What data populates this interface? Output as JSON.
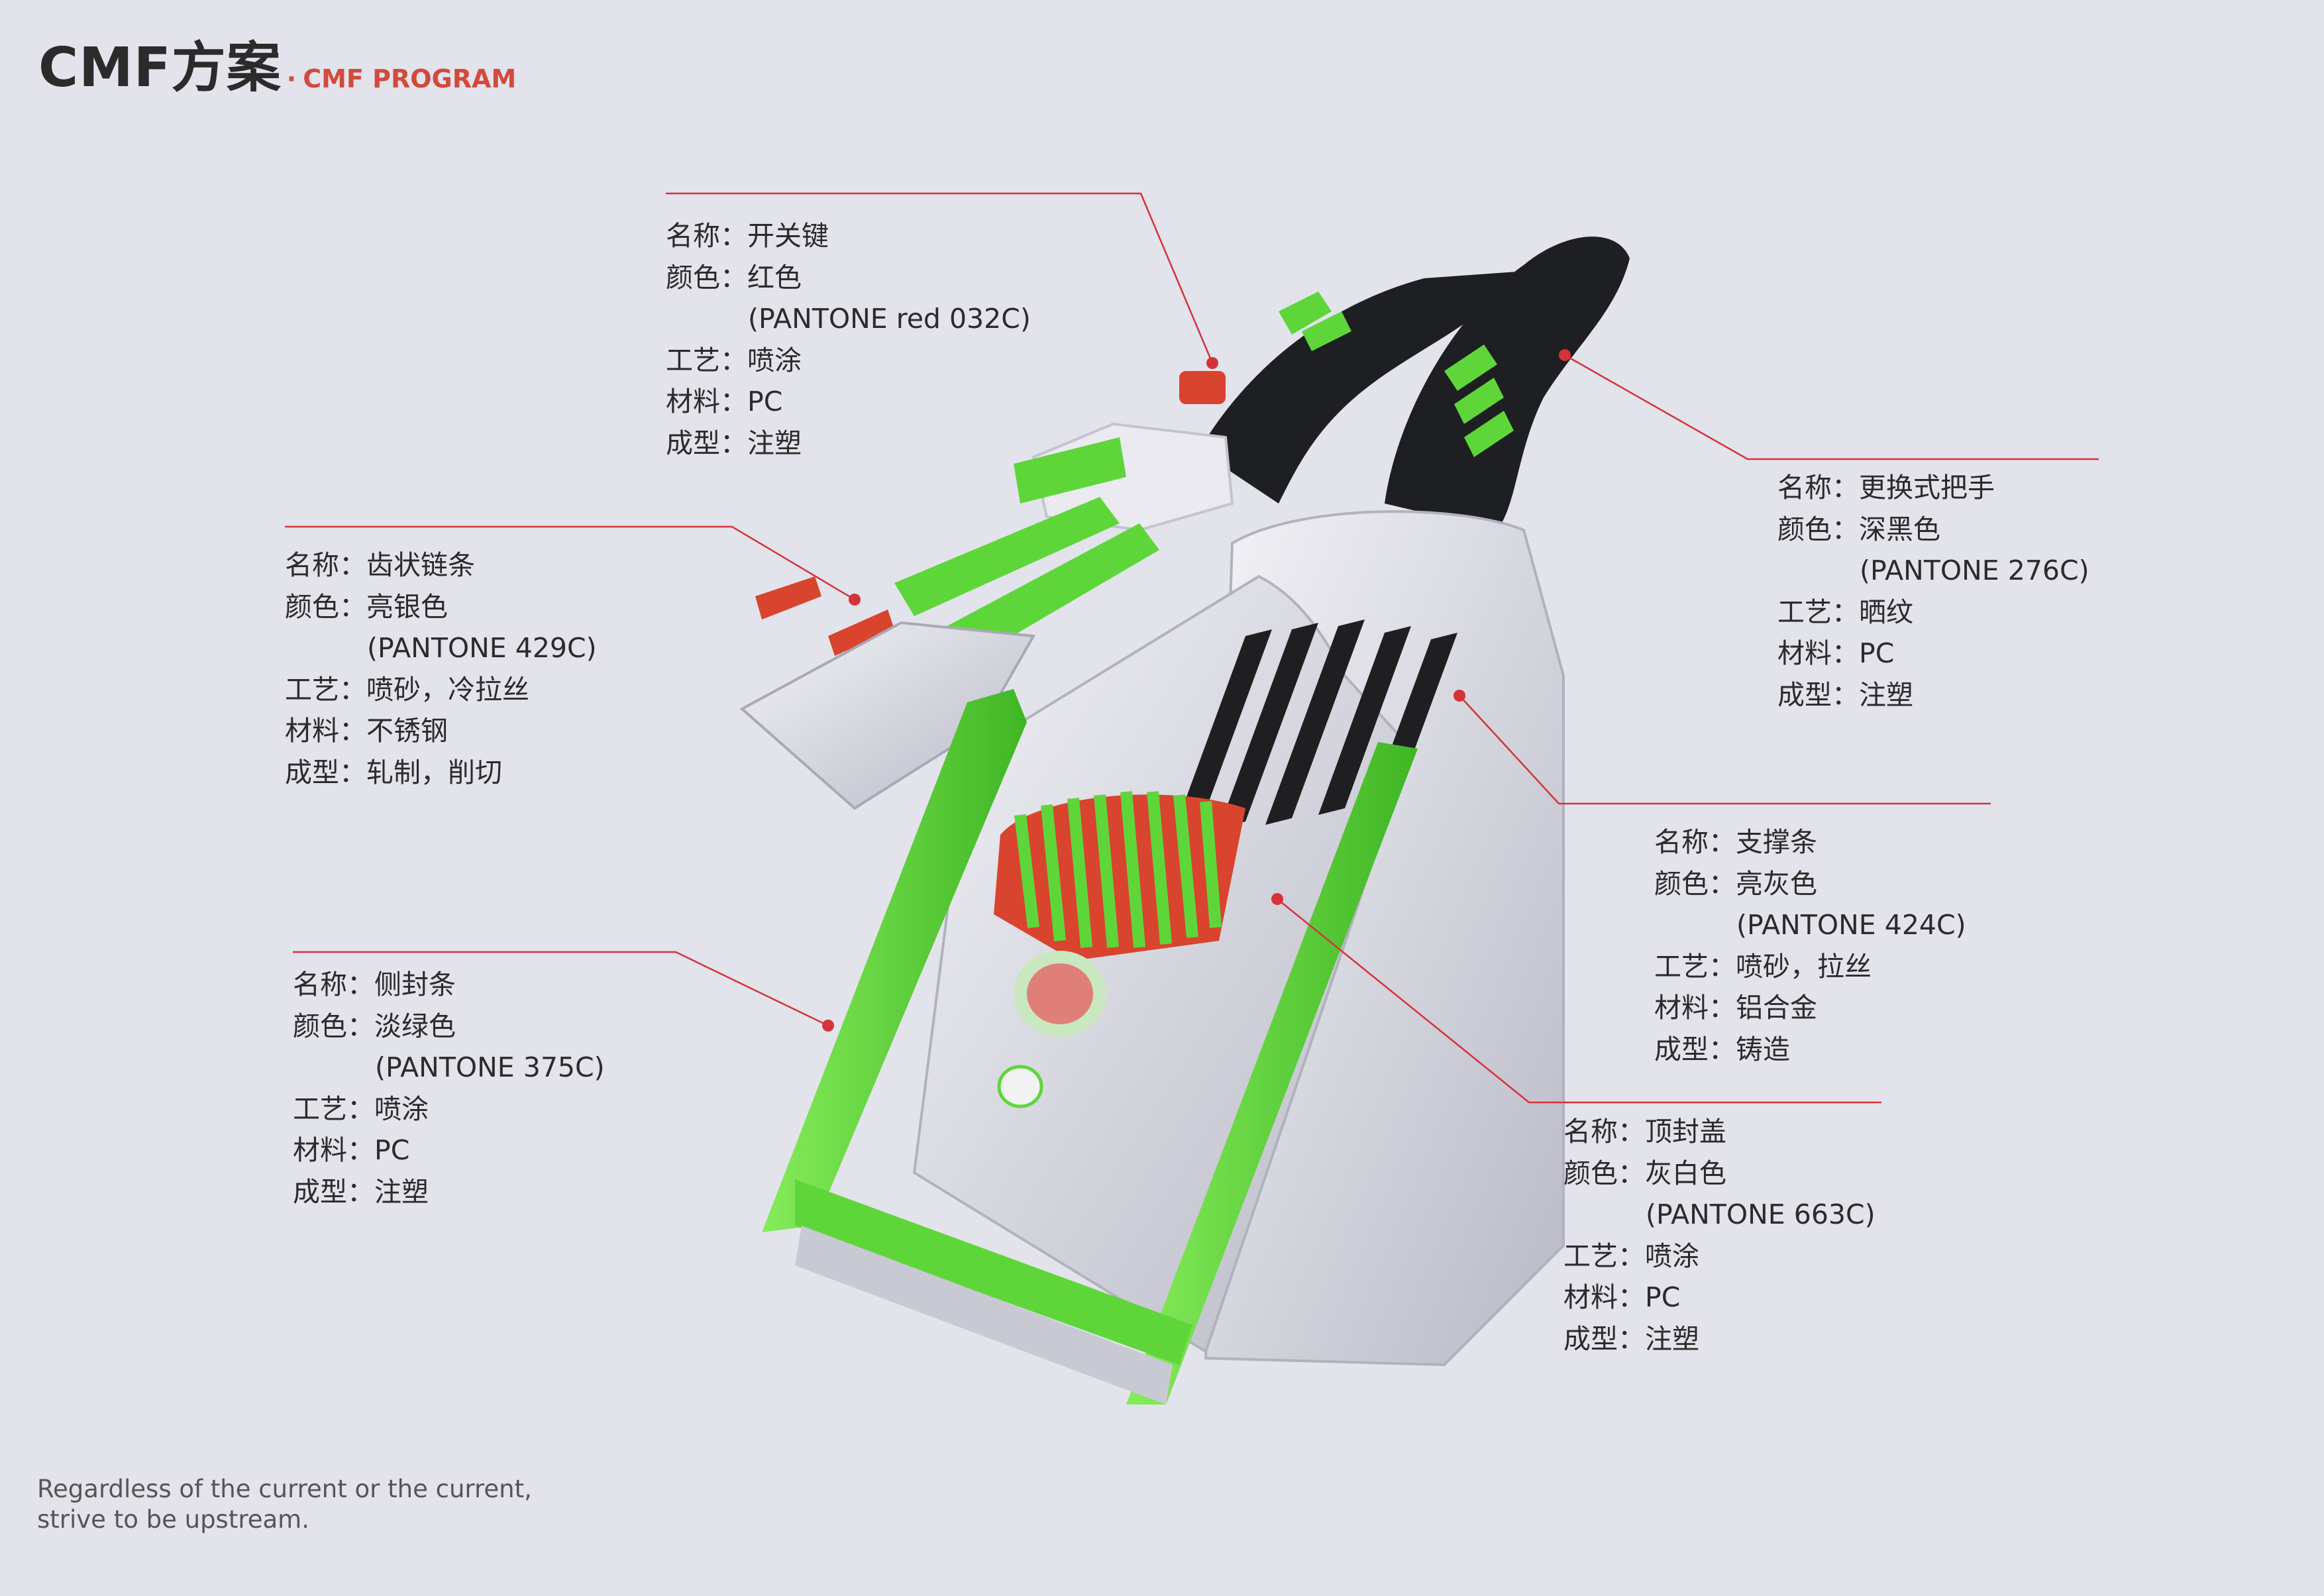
{
  "header": {
    "title_main": "CMF方案",
    "title_sub_dot": "·",
    "title_sub": "CMF PROGRAM"
  },
  "specs": [
    {
      "id": "switch",
      "name": "名称：开关键",
      "color": "颜色：红色",
      "pantone": "(PANTONE red 032C)",
      "process": "工艺：喷涂",
      "material": "材料：PC",
      "molding": "成型：注塑"
    },
    {
      "id": "chain",
      "name": "名称：齿状链条",
      "color": "颜色：亮银色",
      "pantone": "(PANTONE 429C)",
      "process": "工艺：喷砂，冷拉丝",
      "material": "材料：不锈钢",
      "molding": "成型：轧制，削切"
    },
    {
      "id": "handle",
      "name": "名称：更换式把手",
      "color": "颜色：深黑色",
      "pantone": "(PANTONE 276C)",
      "process": "工艺：晒纹",
      "material": "材料：PC",
      "molding": "成型：注塑"
    },
    {
      "id": "support",
      "name": "名称：支撑条",
      "color": "颜色：亮灰色",
      "pantone": "(PANTONE 424C)",
      "process": "工艺：喷砂，拉丝",
      "material": "材料：铝合金",
      "molding": "成型：铸造"
    },
    {
      "id": "side",
      "name": "名称：侧封条",
      "color": "颜色：淡绿色",
      "pantone": "(PANTONE 375C)",
      "process": "工艺：喷涂",
      "material": "材料：PC",
      "molding": "成型：注塑"
    },
    {
      "id": "top",
      "name": "名称：顶封盖",
      "color": "颜色：灰白色",
      "pantone": "(PANTONE 663C)",
      "process": "工艺：喷涂",
      "material": "材料：PC",
      "molding": "成型：注塑"
    }
  ],
  "footer": {
    "line1": "Regardless of the current or the current,",
    "line2": "strive to be upstream."
  },
  "colors": {
    "background": "#e3e3ec",
    "accent_red": "#d24a3c",
    "leader_line": "#d4333a",
    "green": "#5ed63a",
    "black": "#1e1f22",
    "silver": "#d6d6e0"
  }
}
